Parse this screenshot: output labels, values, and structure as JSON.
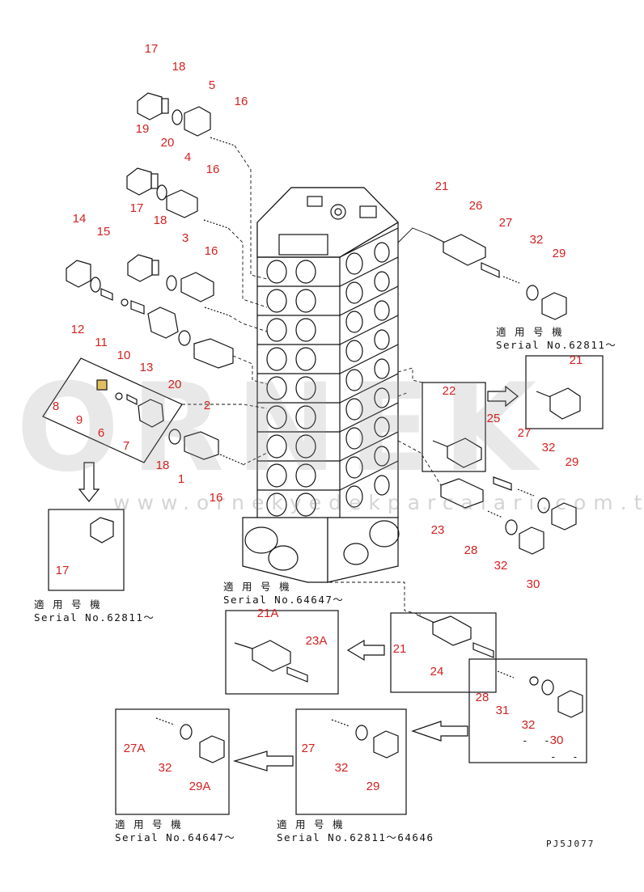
{
  "diagram": {
    "callouts": [
      {
        "id": "c17a",
        "text": "17"
      },
      {
        "id": "c18a",
        "text": "18"
      },
      {
        "id": "c5",
        "text": "5"
      },
      {
        "id": "c16a",
        "text": "16"
      },
      {
        "id": "c19",
        "text": "19"
      },
      {
        "id": "c20a",
        "text": "20"
      },
      {
        "id": "c4",
        "text": "4"
      },
      {
        "id": "c16b",
        "text": "16"
      },
      {
        "id": "c17b",
        "text": "17"
      },
      {
        "id": "c18b",
        "text": "18"
      },
      {
        "id": "c14",
        "text": "14"
      },
      {
        "id": "c15",
        "text": "15"
      },
      {
        "id": "c3",
        "text": "3"
      },
      {
        "id": "c16c",
        "text": "16"
      },
      {
        "id": "c12",
        "text": "12"
      },
      {
        "id": "c11",
        "text": "11"
      },
      {
        "id": "c10",
        "text": "10"
      },
      {
        "id": "c13",
        "text": "13"
      },
      {
        "id": "c20b",
        "text": "20"
      },
      {
        "id": "c2",
        "text": "2"
      },
      {
        "id": "c8",
        "text": "8"
      },
      {
        "id": "c9",
        "text": "9"
      },
      {
        "id": "c6",
        "text": "6"
      },
      {
        "id": "c7",
        "text": "7"
      },
      {
        "id": "c18c",
        "text": "18"
      },
      {
        "id": "c1",
        "text": "1"
      },
      {
        "id": "c16d",
        "text": "16"
      },
      {
        "id": "c17c",
        "text": "17"
      },
      {
        "id": "c21a",
        "text": "21"
      },
      {
        "id": "c26",
        "text": "26"
      },
      {
        "id": "c27a",
        "text": "27"
      },
      {
        "id": "c32a",
        "text": "32"
      },
      {
        "id": "c29a",
        "text": "29"
      },
      {
        "id": "c21b",
        "text": "21"
      },
      {
        "id": "c22",
        "text": "22"
      },
      {
        "id": "c25",
        "text": "25"
      },
      {
        "id": "c27b",
        "text": "27"
      },
      {
        "id": "c32b",
        "text": "32"
      },
      {
        "id": "c29b",
        "text": "29"
      },
      {
        "id": "c23",
        "text": "23"
      },
      {
        "id": "c28a",
        "text": "28"
      },
      {
        "id": "c32c",
        "text": "32"
      },
      {
        "id": "c30a",
        "text": "30"
      },
      {
        "id": "c21A",
        "text": "21A"
      },
      {
        "id": "c23A",
        "text": "23A"
      },
      {
        "id": "c21c",
        "text": "21"
      },
      {
        "id": "c24",
        "text": "24"
      },
      {
        "id": "c28b",
        "text": "28"
      },
      {
        "id": "c31",
        "text": "31"
      },
      {
        "id": "c32d",
        "text": "32"
      },
      {
        "id": "c30b",
        "text": "30"
      },
      {
        "id": "c27A",
        "text": "27A"
      },
      {
        "id": "c32e",
        "text": "32"
      },
      {
        "id": "c29A",
        "text": "29A"
      },
      {
        "id": "c27c",
        "text": "27"
      },
      {
        "id": "c32f",
        "text": "32"
      },
      {
        "id": "c29c",
        "text": "29"
      }
    ],
    "notes": [
      {
        "id": "n1",
        "lines": [
          "適 用 号 機",
          "Serial No.62811～"
        ]
      },
      {
        "id": "n2",
        "lines": [
          "適 用 号 機",
          "Serial No.64647～"
        ]
      },
      {
        "id": "n3",
        "lines": [
          "適 用 号 機",
          "Serial No.62811～"
        ]
      },
      {
        "id": "n4",
        "lines": [
          "適 用 号 機",
          "Serial No.64647～"
        ]
      },
      {
        "id": "n5",
        "lines": [
          "適 用 号 機",
          "Serial No.62811～64646"
        ]
      }
    ],
    "dash_marks": [
      {
        "id": "d1",
        "text": "-  -"
      },
      {
        "id": "d2",
        "text": "-  -"
      }
    ],
    "drawing_ref": "PJ5J077",
    "label_color": "#d42020",
    "line_color": "#111111"
  },
  "watermark": {
    "letters": "ORNEK",
    "url": "www.ornekyedekparcalari.com.tr"
  }
}
